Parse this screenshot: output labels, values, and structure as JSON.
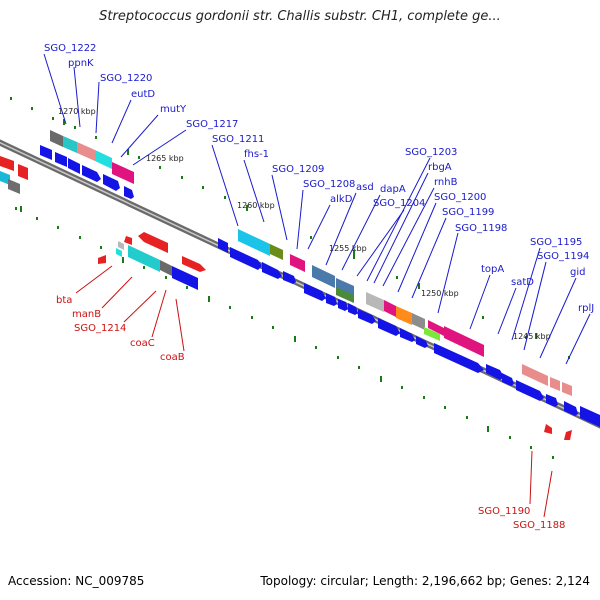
{
  "title": "Streptococcus gordonii str. Challis substr. CH1, complete ge...",
  "footer": {
    "accession": "Accession: NC_009785",
    "topology": "Topology: circular; Length: 2,196,662 bp; Genes: 2,124"
  },
  "colors": {
    "backbone": "#7a7a7a",
    "forward_label": "#1a1acc",
    "reverse_label": "#cc1111",
    "tick": "#1a7a1a"
  },
  "kbp_ticks": [
    "1270 kbp",
    "1265 kbp",
    "1260 kbp",
    "1255 kbp",
    "1250 kbp",
    "1245 kbp"
  ],
  "forward_labels": [
    "SGO_1222",
    "ppnK",
    "SGO_1220",
    "eutD",
    "mutY",
    "SGO_1217",
    "SGO_1211",
    "fhs-1",
    "SGO_1209",
    "SGO_1208",
    "alkD",
    "asd",
    "dapA",
    "SGO_1204",
    "SGO_1203",
    "rbgA",
    "rnhB",
    "SGO_1200",
    "SGO_1199",
    "SGO_1198",
    "topA",
    "satD",
    "SGO_1195",
    "SGO_1194",
    "gid",
    "rplJ"
  ],
  "reverse_labels": [
    "bta",
    "manB",
    "SGO_1214",
    "coaC",
    "coaB",
    "SGO_1190",
    "SGO_1188"
  ]
}
